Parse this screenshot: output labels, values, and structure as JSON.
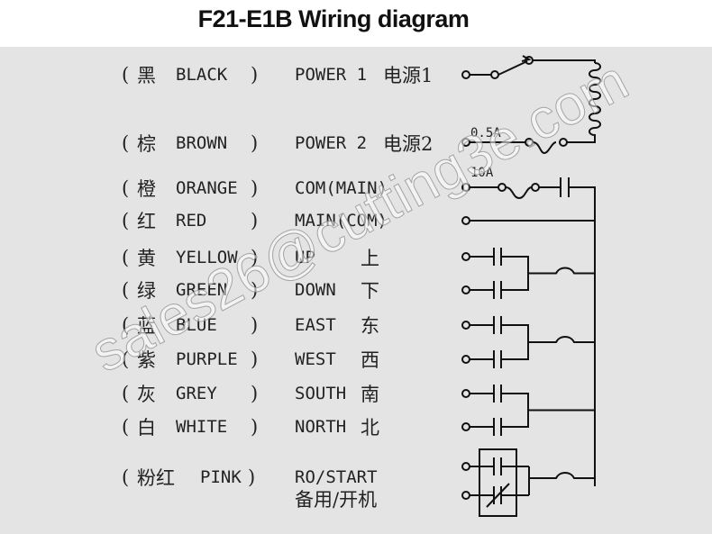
{
  "title": "F21-E1B Wiring diagram",
  "watermark": "sales26@cutting3e.com",
  "rows": [
    {
      "cn": "黑",
      "color": "BLACK",
      "func": "POWER 1",
      "func_cn": "电源1"
    },
    {
      "cn": "棕",
      "color": "BROWN",
      "func": "POWER 2",
      "func_cn": "电源2"
    },
    {
      "cn": "橙",
      "color": "ORANGE",
      "func": "COM(MAIN)",
      "func_cn": ""
    },
    {
      "cn": "红",
      "color": "RED",
      "func": "MAIN(COM)",
      "func_cn": ""
    },
    {
      "cn": "黄",
      "color": "YELLOW",
      "func": "UP",
      "func_cn": "上"
    },
    {
      "cn": "绿",
      "color": "GREEN",
      "func": "DOWN",
      "func_cn": "下"
    },
    {
      "cn": "蓝",
      "color": "BLUE",
      "func": "EAST",
      "func_cn": "东"
    },
    {
      "cn": "紫",
      "color": "PURPLE",
      "func": "WEST",
      "func_cn": "西"
    },
    {
      "cn": "灰",
      "color": "GREY",
      "func": "SOUTH",
      "func_cn": "南"
    },
    {
      "cn": "白",
      "color": "WHITE",
      "func": "NORTH",
      "func_cn": "北"
    },
    {
      "cn": "粉红",
      "color": "PINK",
      "func": "RO/START",
      "func_cn": "备用/开机"
    }
  ],
  "fuse_labels": {
    "small": "0.5A",
    "large": "10A"
  },
  "paren_open": "(",
  "paren_close": ")"
}
